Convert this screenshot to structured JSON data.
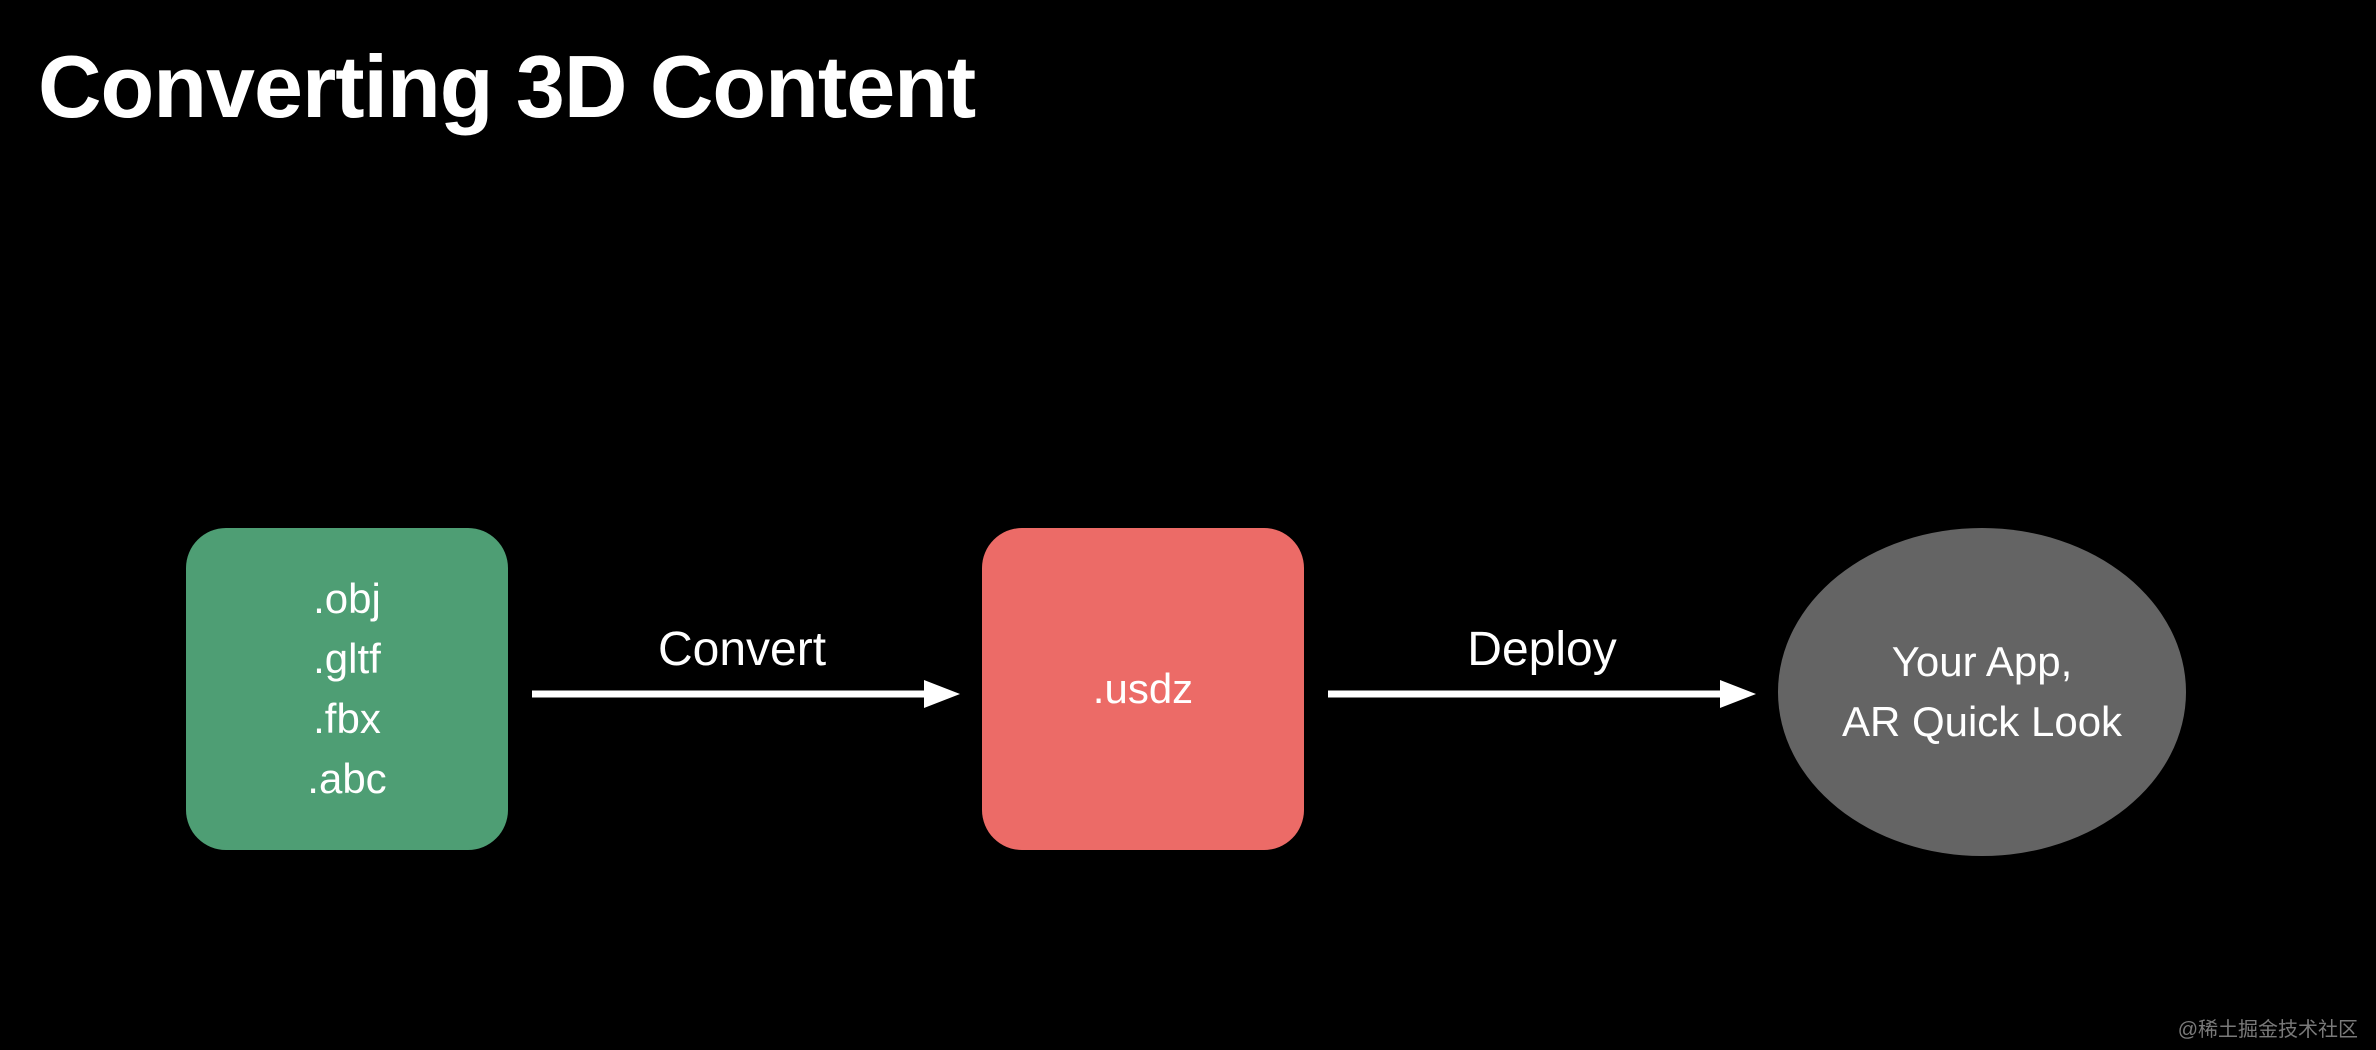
{
  "title": "Converting 3D Content",
  "nodes": {
    "source": {
      "lines": [
        ".obj",
        ".gltf",
        ".fbx",
        ".abc"
      ],
      "color": "#4e9e74"
    },
    "usdz": {
      "lines": [
        ".usdz"
      ],
      "color": "#ec6b67"
    },
    "target": {
      "lines": [
        "Your App,",
        "AR Quick Look"
      ],
      "color": "#646464"
    }
  },
  "edges": [
    {
      "from": "source",
      "to": "usdz",
      "label": "Convert"
    },
    {
      "from": "usdz",
      "to": "target",
      "label": "Deploy"
    }
  ],
  "colors": {
    "background": "#000000",
    "text": "#ffffff",
    "arrow": "#ffffff",
    "watermark": "#7a7a7a"
  },
  "watermark": "@稀土掘金技术社区"
}
